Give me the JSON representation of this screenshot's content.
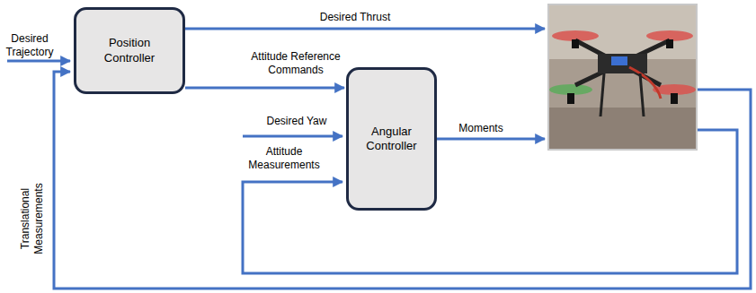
{
  "diagram": {
    "nodes": [
      {
        "text": [
          "Position Controller"
        ]
      },
      {
        "text": [
          "Angular Controller"
        ]
      }
    ],
    "edges": [
      {
        "from": 0,
        "to": 1,
        "arrow": "to",
        "label": "Attitude Reference Commands"
      }
    ],
    "labels": [
      "Desired Trajectory",
      "Desired Thrust",
      "Desired Yaw",
      "Attitude Measurements",
      "Moments",
      "Translational Measurements"
    ]
  }
}
